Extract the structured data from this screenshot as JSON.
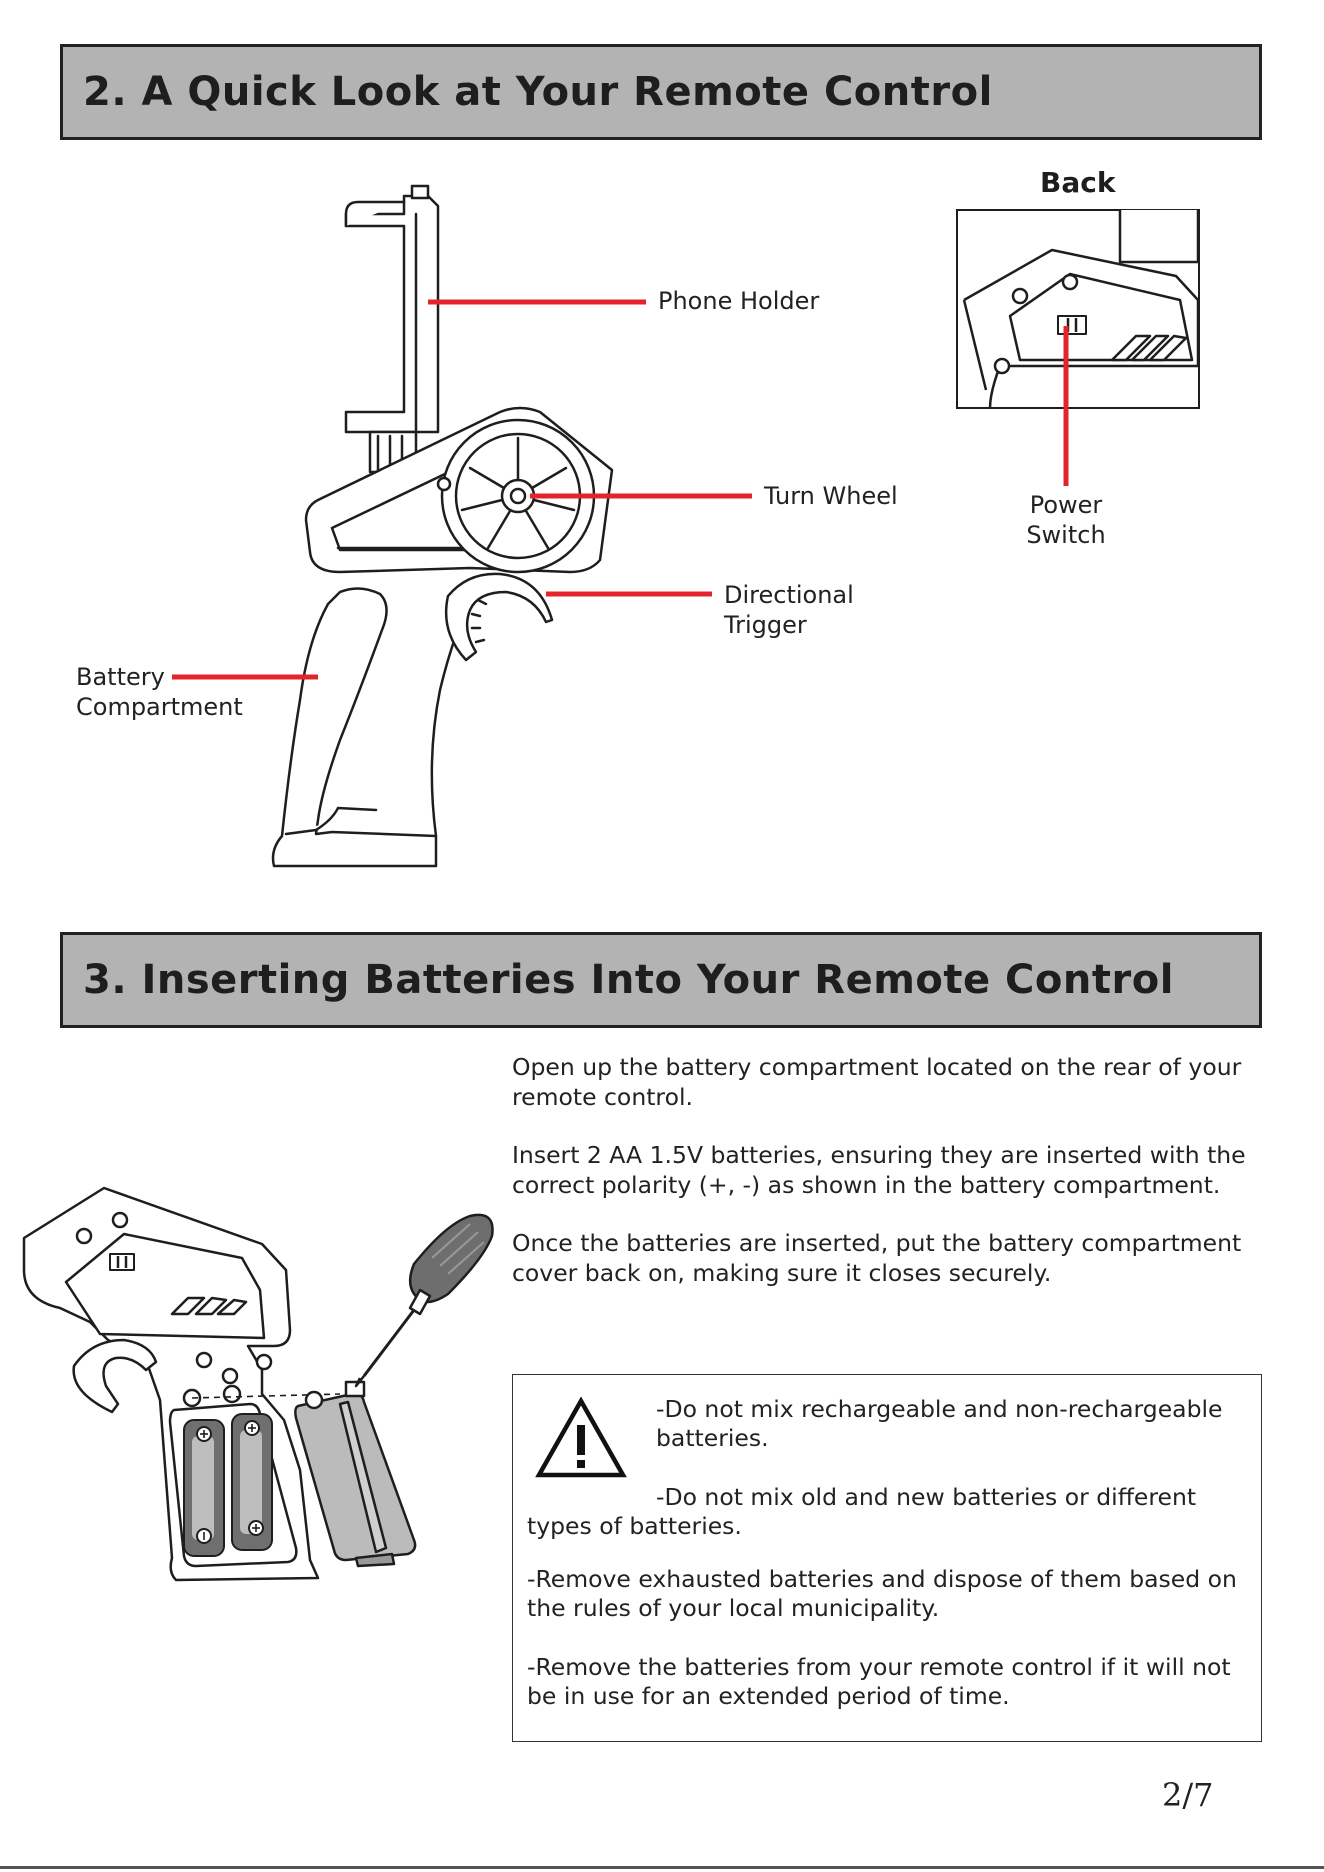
{
  "sections": [
    {
      "title": "2.  A Quick Look at Your Remote Control"
    },
    {
      "title": "3.  Inserting Batteries Into Your Remote Control"
    }
  ],
  "diagram": {
    "labels": {
      "phone_holder": "Phone Holder",
      "turn_wheel": "Turn Wheel",
      "directional_trigger_line1": "Directional",
      "directional_trigger_line2": "Trigger",
      "battery_compartment_line1": "Battery",
      "battery_compartment_line2": "Compartment",
      "power_switch_line1": "Power",
      "power_switch_line2": "Switch"
    },
    "back_title": "Back"
  },
  "instructions": [
    "Open up the battery compartment located on the rear of your remote control.",
    "Insert 2 AA 1.5V batteries, ensuring they are inserted with the correct polarity (+, -) as shown in the battery compartment.",
    "Once the batteries are inserted, put the battery compartment cover back on, making sure it closes securely."
  ],
  "warnings": [
    "-Do not mix rechargeable and non-rechargeable batteries.",
    "-Do not mix old and new batteries or different types of batteries.",
    "-Remove exhausted batteries and dispose of them based on the rules of your local municipality.",
    "-Remove the batteries from your remote control if it will not be in use for an extended  period of time."
  ],
  "page_number": "2/7",
  "colors": {
    "callout_line": "#e3242b",
    "header_bg": "#b3b3b3"
  }
}
